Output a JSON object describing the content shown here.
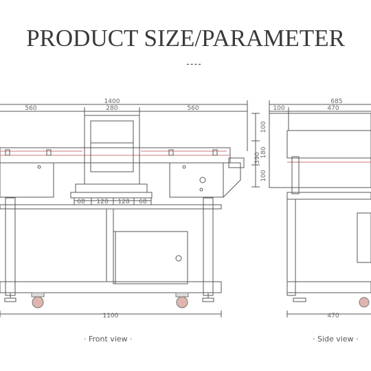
{
  "header": {
    "title": "PRODUCT SIZE/PARAMETER"
  },
  "front": {
    "dims": {
      "overall": "1400",
      "left": "560",
      "center": "280",
      "right": "560",
      "b1": "68",
      "b2": "128",
      "b3": "128",
      "b4": "68",
      "base": "1100"
    },
    "caption": "· Front view ·"
  },
  "side": {
    "dims": {
      "top": "685",
      "left": "100",
      "mid": "470",
      "v1": "100",
      "v2": "180",
      "v3": "390",
      "v4": "100",
      "base": "470"
    },
    "caption": "· Side view ·"
  }
}
